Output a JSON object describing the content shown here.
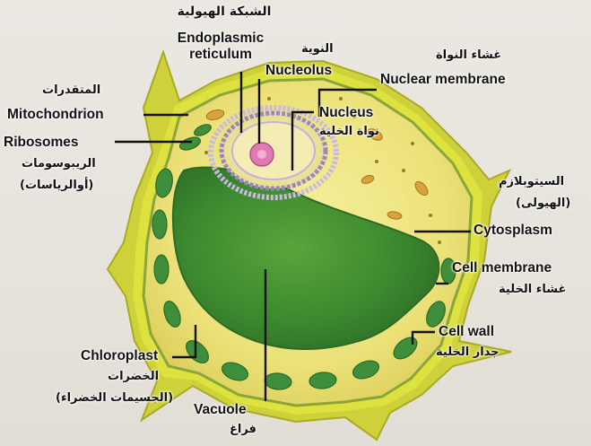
{
  "labels": {
    "er_ar": "الشبكة الهيولية",
    "er_en_1": "Endoplasmic",
    "er_en_2": "reticulum",
    "nucleolus_ar": "النوية",
    "nucleolus_en": "Nucleolus",
    "nuclear_membrane_ar": "غشاء النواة",
    "nuclear_membrane_en": "Nuclear membrane",
    "mito_ar": "المتقدرات",
    "mito_en": "Mitochondrion",
    "nucleus_en": "Nucleus",
    "nucleus_ar": "نواة الخلية",
    "ribosomes_en": "Ribosomes",
    "ribosomes_ar_1": "الريبوسومات",
    "ribosomes_ar_2": "(أوالرياسات)",
    "cytoplasm_ar_1": "السيتوبلازم",
    "cytoplasm_ar_2": "(الهيولى)",
    "cytoplasm_en": "Cytosplasm",
    "cell_membrane_en": "Cell membrane",
    "cell_membrane_ar": "غشاء الخلية",
    "cell_wall_en": "Cell wall",
    "cell_wall_ar": "جدار الخلية",
    "chloroplast_en": "Chloroplast",
    "chloroplast_ar_1": "الخضرات",
    "chloroplast_ar_2": "(الجسيمات الخضراء)",
    "vacuole_en": "Vacuole",
    "vacuole_ar": "فراغ"
  },
  "colors": {
    "cell_wall": "#c9cc2a",
    "cytoplasm": "#f1e88a",
    "vacuole": "#3f8a2e",
    "chloroplast": "#3e8a3a",
    "nucleus": "#efe9a0",
    "nuclear_membrane": "#b9a8d8",
    "nucleolus": "#e27bb0",
    "leader_line": "#111111"
  }
}
